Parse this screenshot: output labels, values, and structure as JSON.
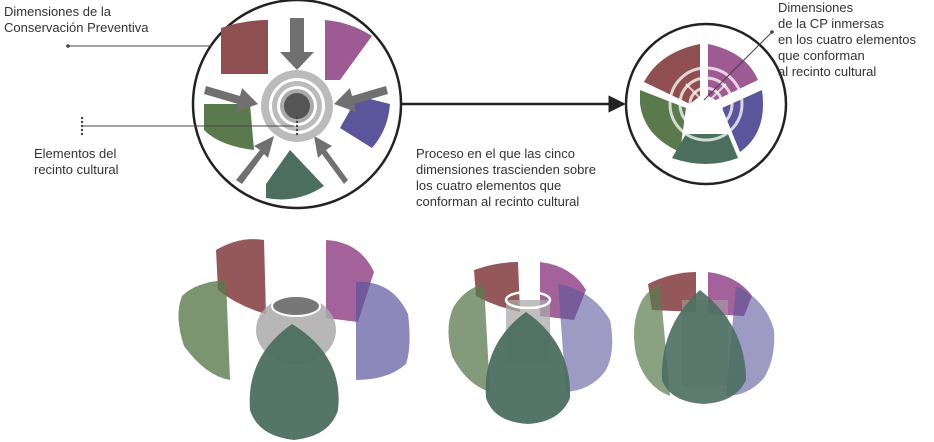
{
  "labels": {
    "dimensions_cp": [
      "Dimensiones de la",
      "Conservación Preventiva"
    ],
    "elements": [
      "Elementos del",
      "recinto cultural"
    ],
    "process": [
      "Proceso en el que las cinco",
      "dimensiones trascienden sobre",
      "los cuatro elementos que",
      "conforman al recinto cultural"
    ],
    "immersed": [
      "Dimensiones",
      "de la CP inmersas",
      "en los cuatro elementos",
      "que conforman",
      "al recinto cultural"
    ]
  },
  "colors": {
    "brown": "#8f4f51",
    "purple": "#9e5a93",
    "green": "#5a7a4d",
    "blue": "#5b569c",
    "teal": "#4b6e5f",
    "ring": "#aaaaaa",
    "core": "#555555",
    "arrow": "#707070",
    "outline": "#222222"
  }
}
